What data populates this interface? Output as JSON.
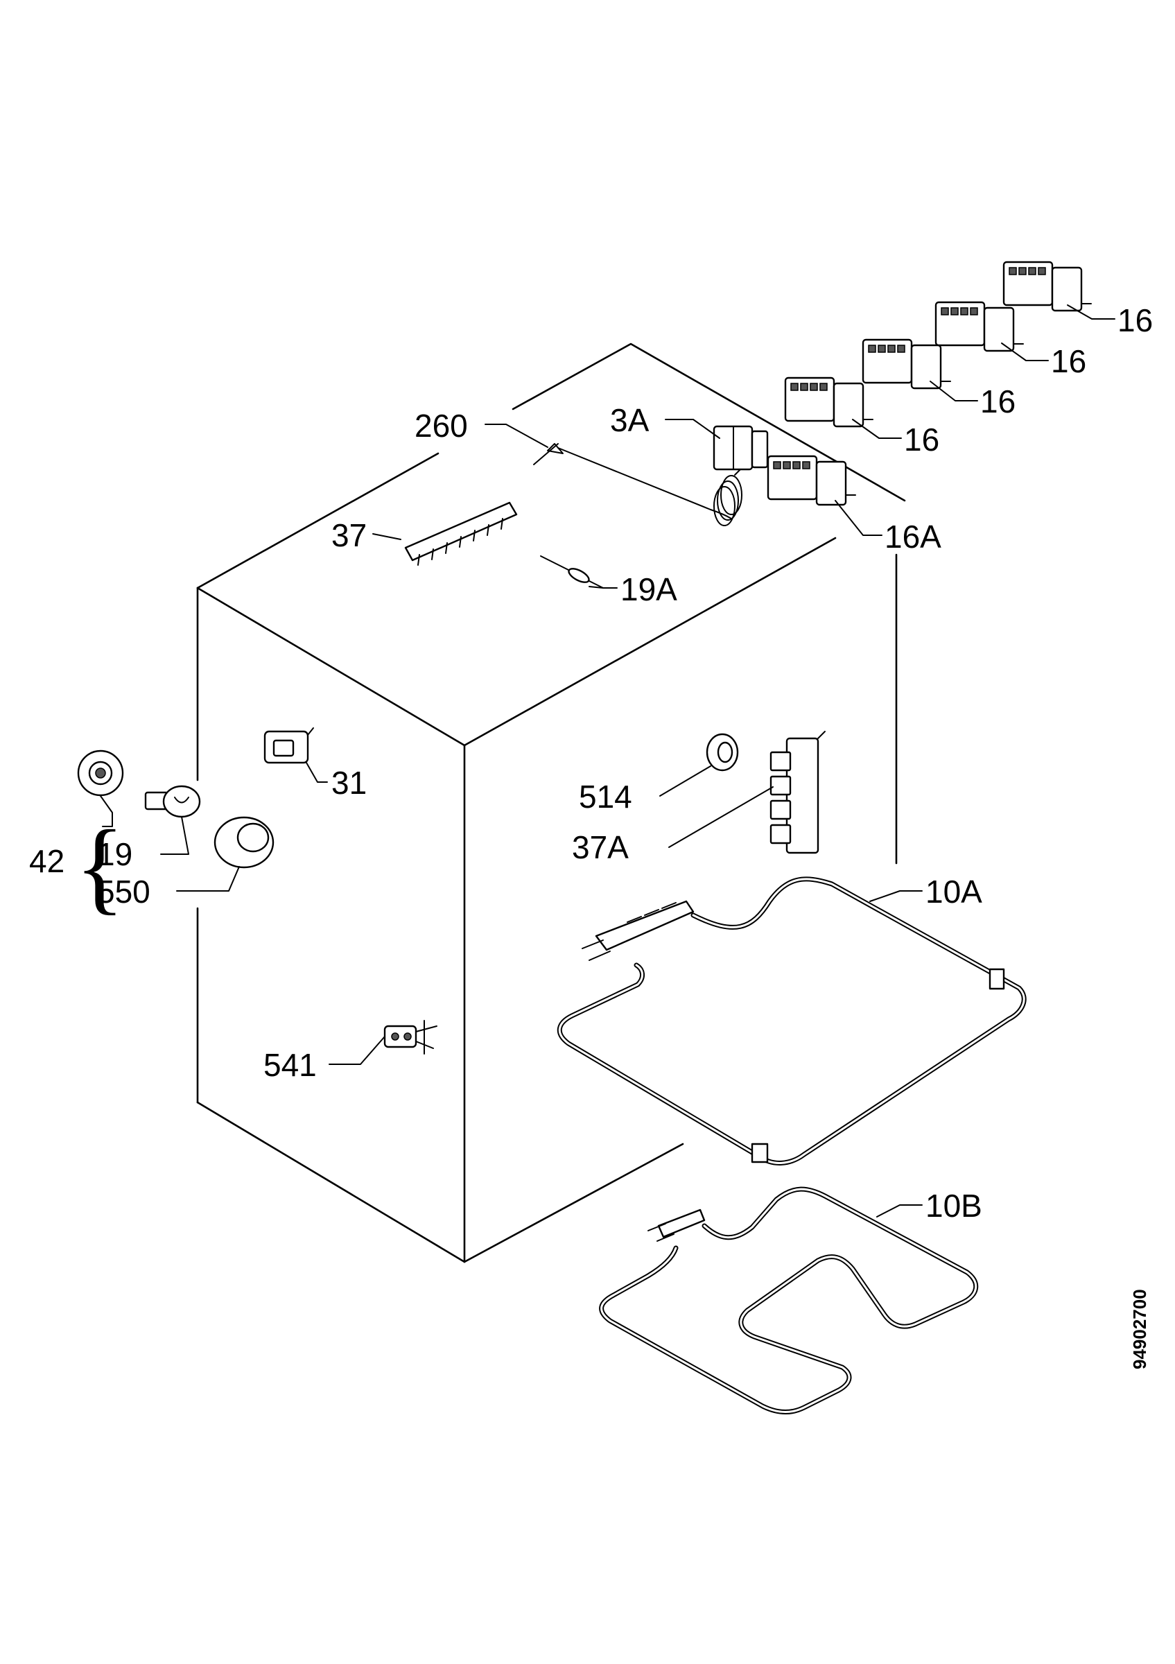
{
  "labels": {
    "l16a": "16",
    "l16b": "16",
    "l16c": "16",
    "l16d": "16",
    "l16A": "16A",
    "l260": "260",
    "l3A": "3A",
    "l37": "37",
    "l19A": "19A",
    "l31": "31",
    "l42": "42",
    "l19": "19",
    "l550": "550",
    "l514": "514",
    "l37A": "37A",
    "l10A": "10A",
    "l10B": "10B",
    "l541": "541"
  },
  "doc_number": "94902700"
}
